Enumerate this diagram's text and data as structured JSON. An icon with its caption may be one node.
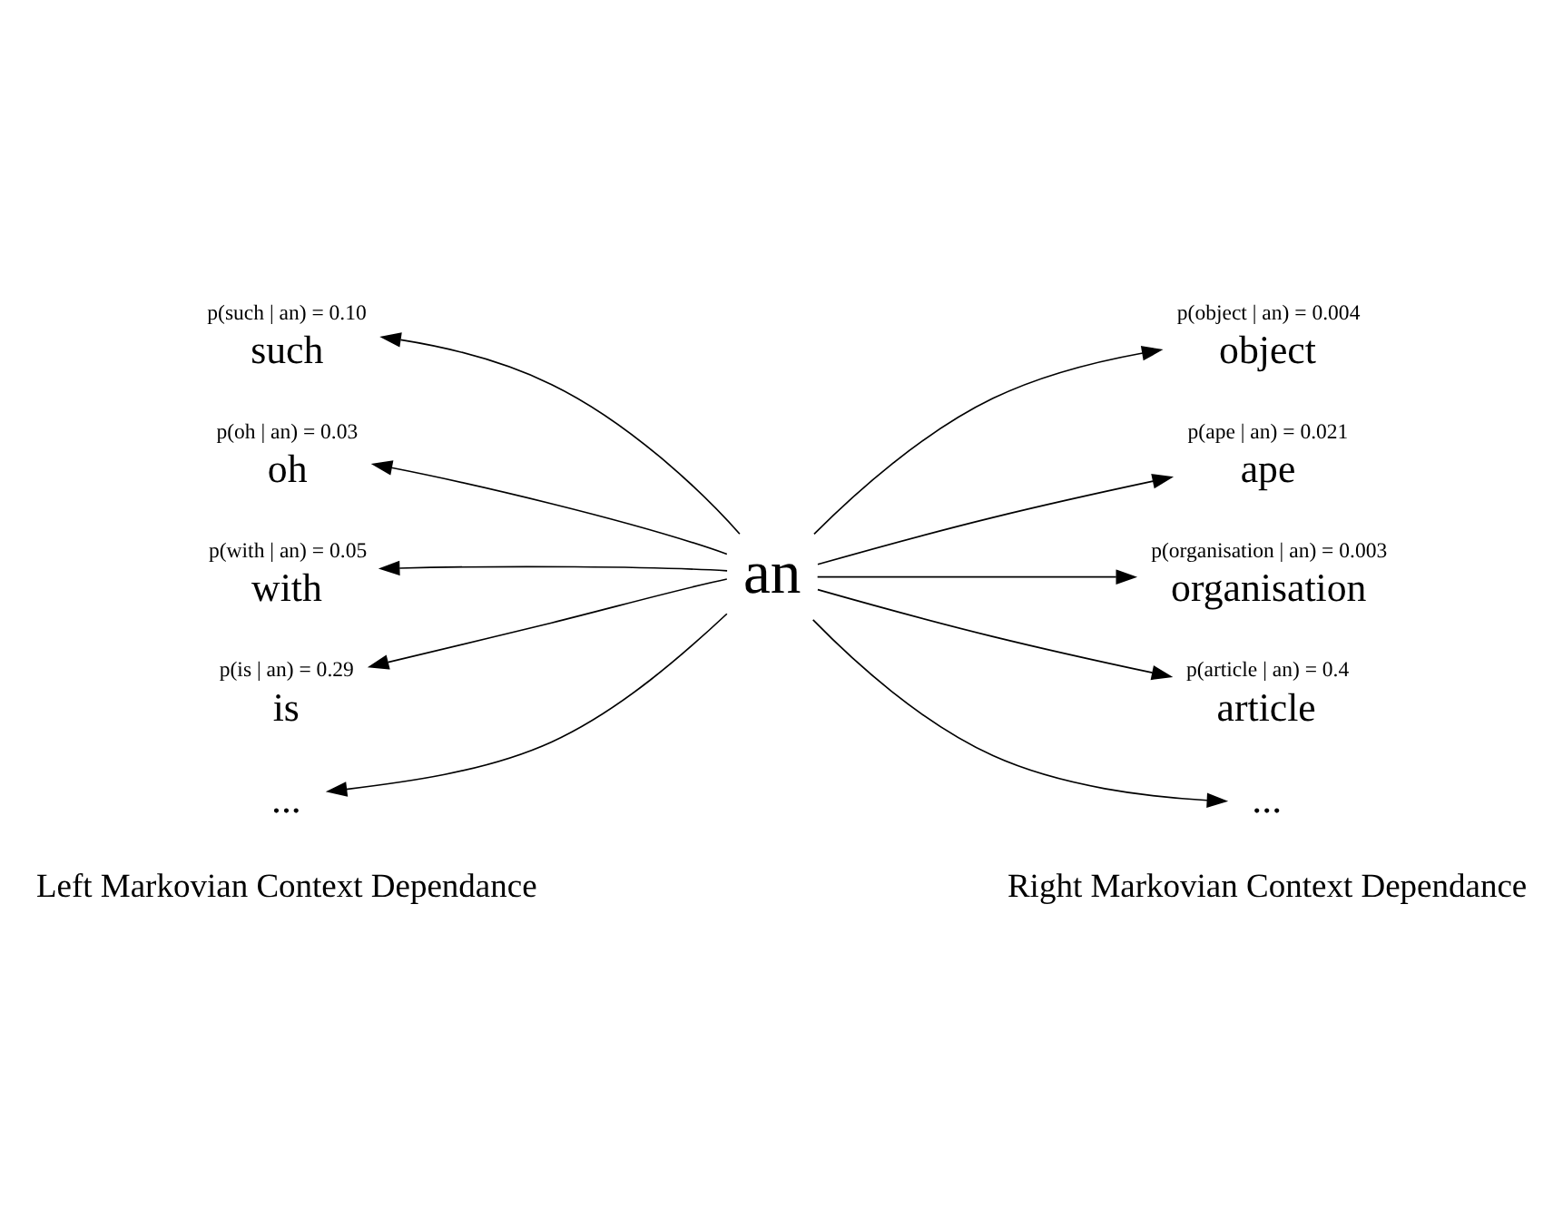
{
  "diagram": {
    "nodes": [
      {
        "text": [
          "an"
        ]
      },
      {
        "text": [
          "such"
        ],
        "beside": [
          "p(such | an) = 0.10"
        ]
      },
      {
        "text": [
          "oh"
        ],
        "beside": [
          "p(oh | an) = 0.03"
        ]
      },
      {
        "text": [
          "with"
        ],
        "beside": [
          "p(with | an) = 0.05"
        ]
      },
      {
        "text": [
          "is"
        ],
        "beside": [
          "p(is | an) = 0.29"
        ]
      },
      {
        "text": [
          "..."
        ]
      },
      {
        "text": [
          "object"
        ],
        "beside": [
          "p(object | an) = 0.004"
        ]
      },
      {
        "text": [
          "ape"
        ],
        "beside": [
          "p(ape | an) = 0.021"
        ]
      },
      {
        "text": [
          "organisation"
        ],
        "beside": [
          "p(organisation | an) = 0.003"
        ]
      },
      {
        "text": [
          "article"
        ],
        "beside": [
          "p(article | an) = 0.4"
        ]
      },
      {
        "text": [
          "..."
        ]
      }
    ],
    "edges": [
      {
        "from": 0,
        "to": 1,
        "arrow": "to"
      },
      {
        "from": 0,
        "to": 2,
        "arrow": "to"
      },
      {
        "from": 0,
        "to": 3,
        "arrow": "to"
      },
      {
        "from": 0,
        "to": 4,
        "arrow": "to"
      },
      {
        "from": 0,
        "to": 5,
        "arrow": "to"
      },
      {
        "from": 0,
        "to": 6,
        "arrow": "to"
      },
      {
        "from": 0,
        "to": 7,
        "arrow": "to"
      },
      {
        "from": 0,
        "to": 8,
        "arrow": "to"
      },
      {
        "from": 0,
        "to": 9,
        "arrow": "to"
      },
      {
        "from": 0,
        "to": 10,
        "arrow": "to"
      }
    ],
    "labels": [
      "Left Markovian Context Dependance",
      "Right Markovian Context Dependance"
    ]
  }
}
